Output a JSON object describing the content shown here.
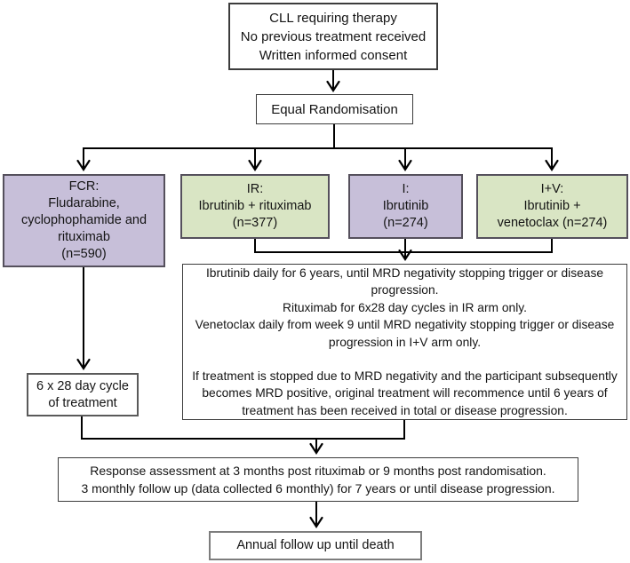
{
  "colors": {
    "purple_fill": "#c7bfd9",
    "green_fill": "#d9e5c4",
    "line": "#000000",
    "border_dark": "#3c3c3c"
  },
  "eligibility": {
    "lines": [
      "CLL requiring therapy",
      "No previous treatment received",
      "Written informed consent"
    ]
  },
  "randomisation": {
    "label": "Equal Randomisation"
  },
  "arms": {
    "fcr": {
      "lines": [
        "FCR:",
        "Fludarabine,",
        "cyclophophamide and",
        "rituximab",
        "(n=590)"
      ]
    },
    "ir": {
      "lines": [
        "IR:",
        "Ibrutinib + rituximab",
        "(n=377)"
      ]
    },
    "i": {
      "lines": [
        "I:",
        "Ibrutinib",
        "(n=274)"
      ]
    },
    "iv": {
      "lines": [
        "I+V:",
        "Ibrutinib +",
        "venetoclax (n=274)"
      ]
    }
  },
  "treatment_details": {
    "paragraphs": [
      "Ibrutinib daily for 6 years, until MRD negativity stopping trigger or disease progression.",
      "Rituximab for 6x28 day cycles in IR arm only.",
      "Venetoclax daily from week 9 until MRD negativity stopping trigger or disease progression in I+V arm only.",
      "If treatment is stopped due to MRD negativity and the participant subsequently becomes MRD positive, original treatment will recommence until 6 years of treatment has been received in total or disease progression."
    ]
  },
  "fcr_cycle": {
    "lines": [
      "6 x 28 day cycle",
      "of treatment"
    ]
  },
  "response": {
    "lines": [
      "Response assessment at 3 months post rituximab or 9 months post randomisation.",
      "3 monthly follow up (data collected 6 monthly) for 7 years or until disease progression."
    ]
  },
  "annual": {
    "label": "Annual follow up until death"
  }
}
